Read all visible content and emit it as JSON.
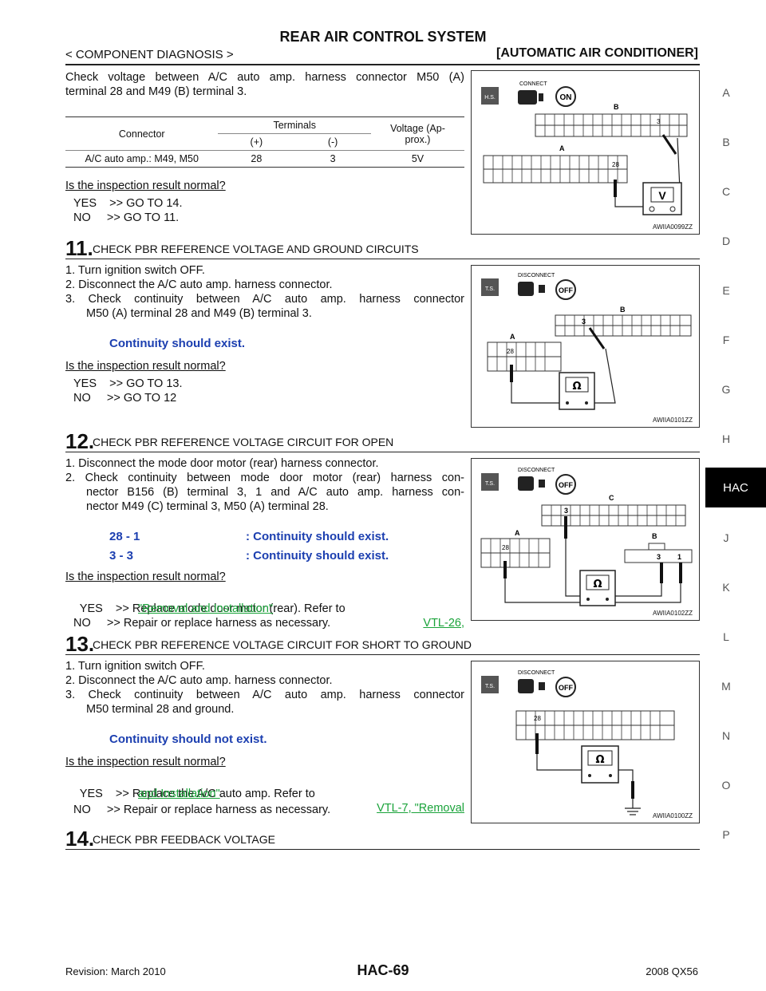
{
  "header": {
    "title": "REAR AIR CONTROL SYSTEM",
    "breadcrumb": "< COMPONENT DIAGNOSIS >",
    "section": "[AUTOMATIC AIR CONDITIONER]"
  },
  "side_index": [
    "A",
    "B",
    "C",
    "D",
    "E",
    "F",
    "G",
    "H",
    "HAC",
    "J",
    "K",
    "L",
    "M",
    "N",
    "O",
    "P"
  ],
  "intro": {
    "text_line1": "Check voltage between A/C auto amp. harness connector M50 (A)",
    "text_line2": "terminal 28 and M49 (B) terminal 3.",
    "table": {
      "h_connector": "Connector",
      "h_terminals": "Terminals",
      "h_voltage": "Voltage (Ap-",
      "h_voltage2": "prox.)",
      "h_plus": "(+)",
      "h_minus": "(-)",
      "row": {
        "connector": "A/C auto amp.: M49, M50",
        "plus": "28",
        "minus": "3",
        "voltage": "5V"
      }
    },
    "question": "Is the inspection result normal?",
    "yes": "YES    >> GO TO 14.",
    "no": "NO     >> GO TO 11."
  },
  "fig1": {
    "badge": "H.S.",
    "tag": "CONNECT",
    "state": "ON",
    "conn_b": "B",
    "conn_a": "A",
    "pin_b": "3",
    "pin_a": "28",
    "meter": "V",
    "code": "AWIIA0099ZZ"
  },
  "step11": {
    "num": "11.",
    "title": "CHECK PBR REFERENCE VOLTAGE AND GROUND CIRCUITS",
    "items": [
      "1.  Turn ignition switch OFF.",
      "2.  Disconnect the A/C auto amp. harness connector.",
      "3.  Check continuity between A/C auto amp. harness connector",
      "M50 (A) terminal 28 and M49 (B) terminal 3."
    ],
    "result": "Continuity should exist.",
    "question": "Is the inspection result normal?",
    "yes": "YES    >> GO TO 13.",
    "no": "NO     >> GO TO 12"
  },
  "fig2": {
    "badge": "T.S.",
    "tag": "DISCONNECT",
    "state": "OFF",
    "conn_b": "B",
    "conn_a": "A",
    "pin_b": "3",
    "pin_a": "28",
    "meter": "Ω",
    "code": "AWIIA0101ZZ"
  },
  "step12": {
    "num": "12.",
    "title": "CHECK PBR REFERENCE VOLTAGE CIRCUIT FOR OPEN",
    "items": [
      "1.  Disconnect the mode door motor (rear) harness connector.",
      "2.  Check continuity between mode door motor (rear) harness con-",
      "nector B156 (B) terminal 3, 1 and A/C auto amp. harness con-",
      "nector M49 (C) terminal 3, M50 (A) terminal 28."
    ],
    "r1_pins": "28 - 1",
    "r1_text": ": Continuity should exist.",
    "r2_pins": "3 - 3",
    "r2_text": ": Continuity should exist.",
    "question": "Is the inspection result normal?",
    "yes_prefix": "YES    >> Replace mode door motor (rear). Refer to",
    "yes_link1": "VTL-26,",
    "yes_link2": "\"Removal and Installation\"",
    "yes_end": ".",
    "no": "NO     >> Repair or replace harness as necessary."
  },
  "fig3": {
    "badge": "T.S.",
    "tag": "DISCONNECT",
    "state": "OFF",
    "conn_c": "C",
    "conn_a": "A",
    "conn_b": "B",
    "pin_c": "3",
    "pin_a": "28",
    "pin_b3": "3",
    "pin_b1": "1",
    "meter": "Ω",
    "code": "AWIIA0102ZZ"
  },
  "step13": {
    "num": "13.",
    "title": "CHECK PBR REFERENCE VOLTAGE CIRCUIT FOR SHORT TO GROUND",
    "items": [
      "1.  Turn ignition switch OFF.",
      "2.  Disconnect the A/C auto amp. harness connector.",
      "3.  Check continuity between A/C auto amp. harness connector",
      "M50 terminal 28 and ground."
    ],
    "result": "Continuity should not exist.",
    "question": "Is the inspection result normal?",
    "yes_prefix": "YES    >> Replace the A/C auto amp. Refer to",
    "yes_link1": "VTL-7, \"Removal",
    "yes_link2": "and Installation\"",
    "yes_end": ".",
    "no": "NO     >> Repair or replace harness as necessary."
  },
  "fig4": {
    "badge": "T.S.",
    "tag": "DISCONNECT",
    "state": "OFF",
    "pin": "28",
    "meter": "Ω",
    "code": "AWIIA0100ZZ"
  },
  "step14": {
    "num": "14.",
    "title": "CHECK PBR FEEDBACK VOLTAGE"
  },
  "footer": {
    "revision": "Revision: March 2010",
    "page": "HAC-69",
    "model": "2008 QX56"
  }
}
